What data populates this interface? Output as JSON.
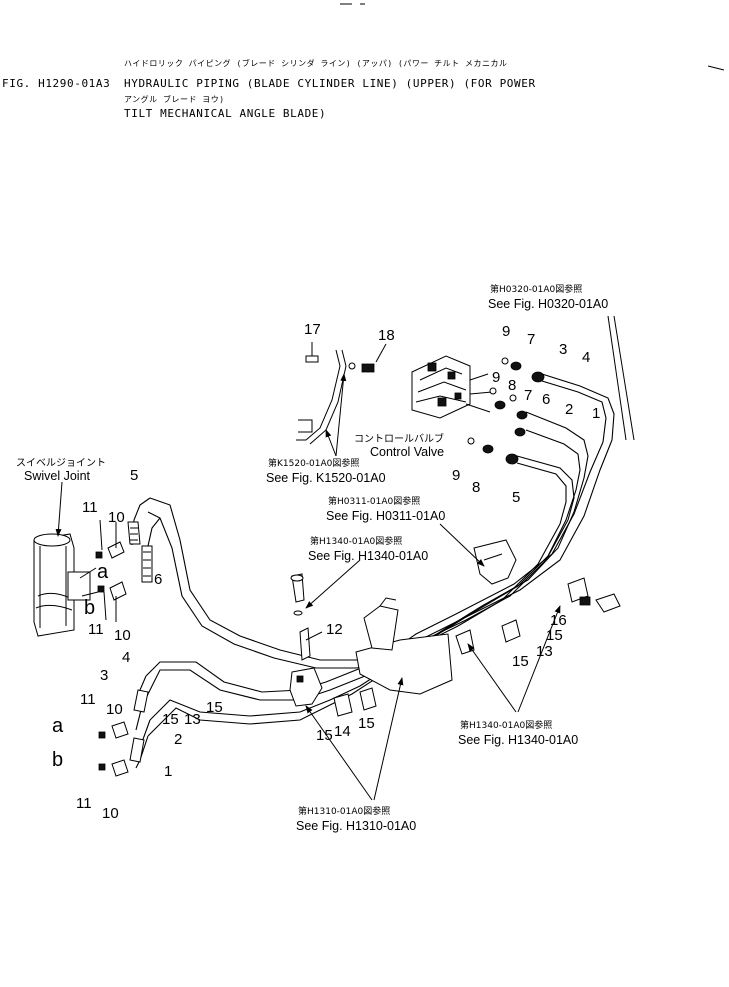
{
  "header": {
    "fig_code": "FIG. H1290-01A3",
    "title_jp_1": "ハイドロリック パイピング (ブレード シリンダ ライン) (アッパ) (パワー チルト メカニカル",
    "title_en_1": "HYDRAULIC PIPING (BLADE CYLINDER LINE) (UPPER) (FOR POWER",
    "title_jp_2": "アングル ブレード ヨウ)",
    "title_en_2": "TILT MECHANICAL ANGLE BLADE)"
  },
  "references": {
    "h0320": {
      "jp": "第H0320-01A0図参照",
      "en": "See Fig. H0320-01A0"
    },
    "k1520": {
      "jp": "第K1520-01A0図参照",
      "en": "See Fig. K1520-01A0"
    },
    "h0311": {
      "jp": "第H0311-01A0図参照",
      "en": "See Fig. H0311-01A0"
    },
    "h1340_top": {
      "jp": "第H1340-01A0図参照",
      "en": "See Fig. H1340-01A0"
    },
    "h1340_right": {
      "jp": "第H1340-01A0図参照",
      "en": "See Fig. H1340-01A0"
    },
    "h1310": {
      "jp": "第H1310-01A0図参照",
      "en": "See Fig. H1310-01A0"
    }
  },
  "labels": {
    "swivel_joint": {
      "jp": "スイベルジョイント",
      "en": "Swivel Joint"
    },
    "control_valve": {
      "jp": "コントロールバルブ",
      "en": "Control Valve"
    }
  },
  "callouts": {
    "p17": "17",
    "p18": "18",
    "p9a": "9",
    "p7a": "7",
    "p3a": "3",
    "p4a": "4",
    "p9b": "9",
    "p8a": "8",
    "p7b": "7",
    "p6a": "6",
    "p2a": "2",
    "p1a": "1",
    "p9c": "9",
    "p8b": "8",
    "p5a": "5",
    "p5b": "5",
    "p11a": "11",
    "p10a": "10",
    "p6b": "6",
    "pa1": "a",
    "pb1": "b",
    "p11b": "11",
    "p10b": "10",
    "p12": "12",
    "p16": "16",
    "p15a": "15",
    "p15b": "15",
    "p13a": "13",
    "p3b": "3",
    "p4b": "4",
    "p11c": "11",
    "p10c": "10",
    "p2b": "2",
    "p15c": "15",
    "p13b": "13",
    "p15d": "15",
    "pa2": "a",
    "pb2": "b",
    "p1b": "1",
    "p11d": "11",
    "p10d": "10",
    "p15e": "15",
    "p14": "14",
    "p15f": "15"
  }
}
